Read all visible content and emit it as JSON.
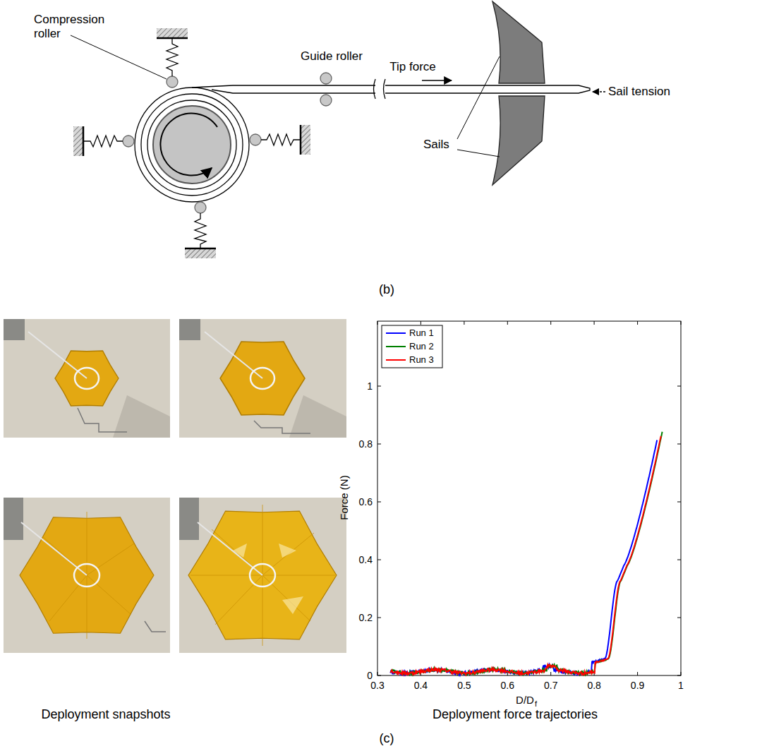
{
  "diagram": {
    "labels": [
      "Compression roller",
      "Guide roller",
      "Tip force",
      "Sails",
      "Sail tension",
      "(b)",
      "Force (N)",
      "D/D",
      "f",
      "0",
      "0.2",
      "0.4",
      "0.6",
      "0.8",
      "1",
      "0.3",
      "0.4",
      "0.5",
      "0.6",
      "0.7",
      "0.8",
      "0.9",
      "1",
      "Deployment snapshots",
      "Deployment force trajectories",
      "(c)"
    ],
    "legend": [
      {
        "text": "Run 1",
        "color": "#0000ff"
      },
      {
        "text": "Run 2",
        "color": "#008000"
      },
      {
        "text": "Run 3",
        "color": "#ff0000"
      }
    ]
  }
}
